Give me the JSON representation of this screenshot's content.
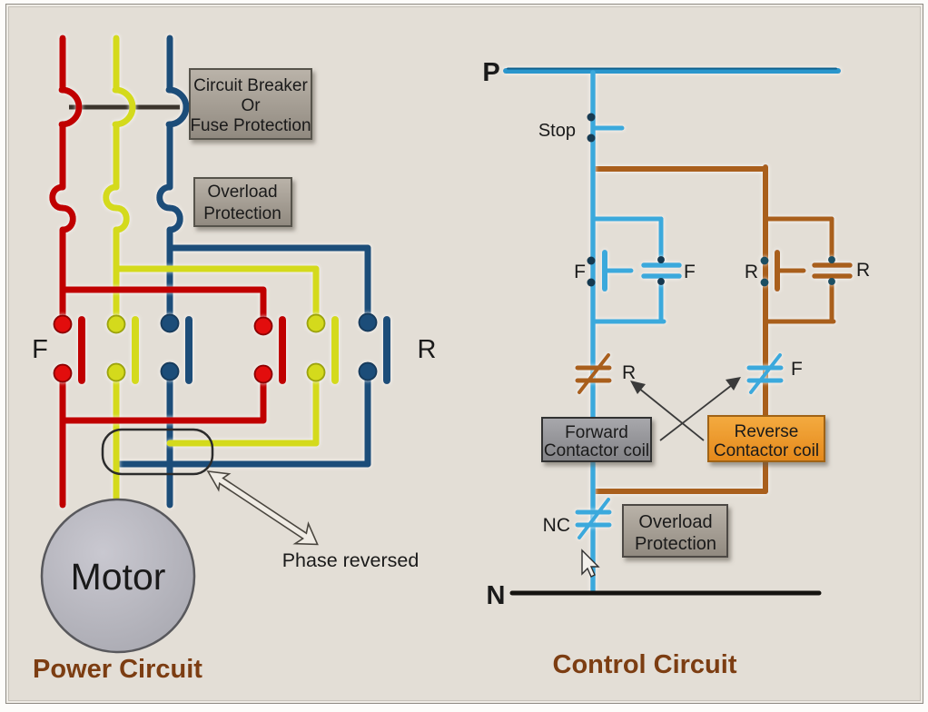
{
  "power": {
    "title": "Power Circuit",
    "motor": "Motor",
    "forward_label": "F",
    "reverse_label": "R",
    "phase_reversed": "Phase reversed",
    "breaker_box": [
      "Circuit Breaker",
      "Or",
      "Fuse Protection"
    ],
    "overload_box": [
      "Overload",
      "Protection"
    ],
    "colors": {
      "phase_red": "#c00505",
      "phase_yellow": "#d4da1e",
      "phase_blue": "#1d4e79"
    }
  },
  "control": {
    "title": "Control Circuit",
    "phase_label": "P",
    "neutral_label": "N",
    "stop_label": "Stop",
    "forward_start_label": "F",
    "forward_aux_label": "F",
    "reverse_start_label": "R",
    "reverse_aux_label": "R",
    "reverse_interlock_label": "R",
    "forward_interlock_label": "F",
    "nc_label": "NC",
    "forward_coil_box": [
      "Forward",
      "Contactor coil"
    ],
    "reverse_coil_box": [
      "Reverse",
      "Contactor coil"
    ],
    "overload_box": [
      "Overload",
      "Protection"
    ],
    "colors": {
      "control_wire": "#2fa2d8",
      "reverse_wire": "#a95f1d"
    }
  }
}
